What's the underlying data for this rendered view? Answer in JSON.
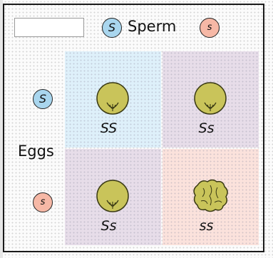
{
  "sperm_label": "Sperm",
  "eggs_label": "Eggs",
  "sperm_alleles": [
    "S",
    "s"
  ],
  "egg_alleles": [
    "S",
    "s"
  ],
  "cells": [
    {
      "genotype": "SS",
      "seed": "round"
    },
    {
      "genotype": "Ss",
      "seed": "round"
    },
    {
      "genotype": "Ss",
      "seed": "round"
    },
    {
      "genotype": "ss",
      "seed": "wrinkled"
    }
  ],
  "colors": {
    "dominant_allele": "#a9d6ee",
    "recessive_allele": "#f6b8a6",
    "cell_SS": "#def0fa",
    "cell_Ss": "#e7dde9",
    "cell_ss": "#fbe2dc",
    "pea": "#c9c45a"
  }
}
